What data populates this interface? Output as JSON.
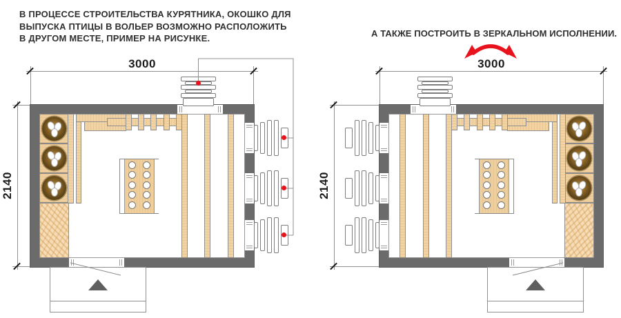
{
  "annotations": {
    "note_left": "В ПРОЦЕССЕ СТРОИТЕЛЬСТВА КУРЯТНИКА, ОКОШКО ДЛЯ\nВЫПУСКА ПТИЦЫ В ВОЛЬЕР ВОЗМОЖНО РАСПОЛОЖИТЬ\nВ ДРУГОМ МЕСТЕ, ПРИМЕР НА РИСУНКЕ.",
    "note_right": "А ТАКЖЕ ПОСТРОИТЬ В ЗЕРКАЛЬНОМ ИСПОЛНЕНИИ."
  },
  "dimensions": {
    "width_mm": "3000",
    "height_mm": "2140"
  },
  "icons": {
    "mirror_arrow": "curved-double-arrow",
    "position_marker": "red-dot"
  },
  "colors": {
    "accent_red": "#e8131c",
    "wall_gray": "#6b6b6b",
    "wood_tan": "#f2d4a4",
    "line_gray": "#8f8f8f"
  }
}
